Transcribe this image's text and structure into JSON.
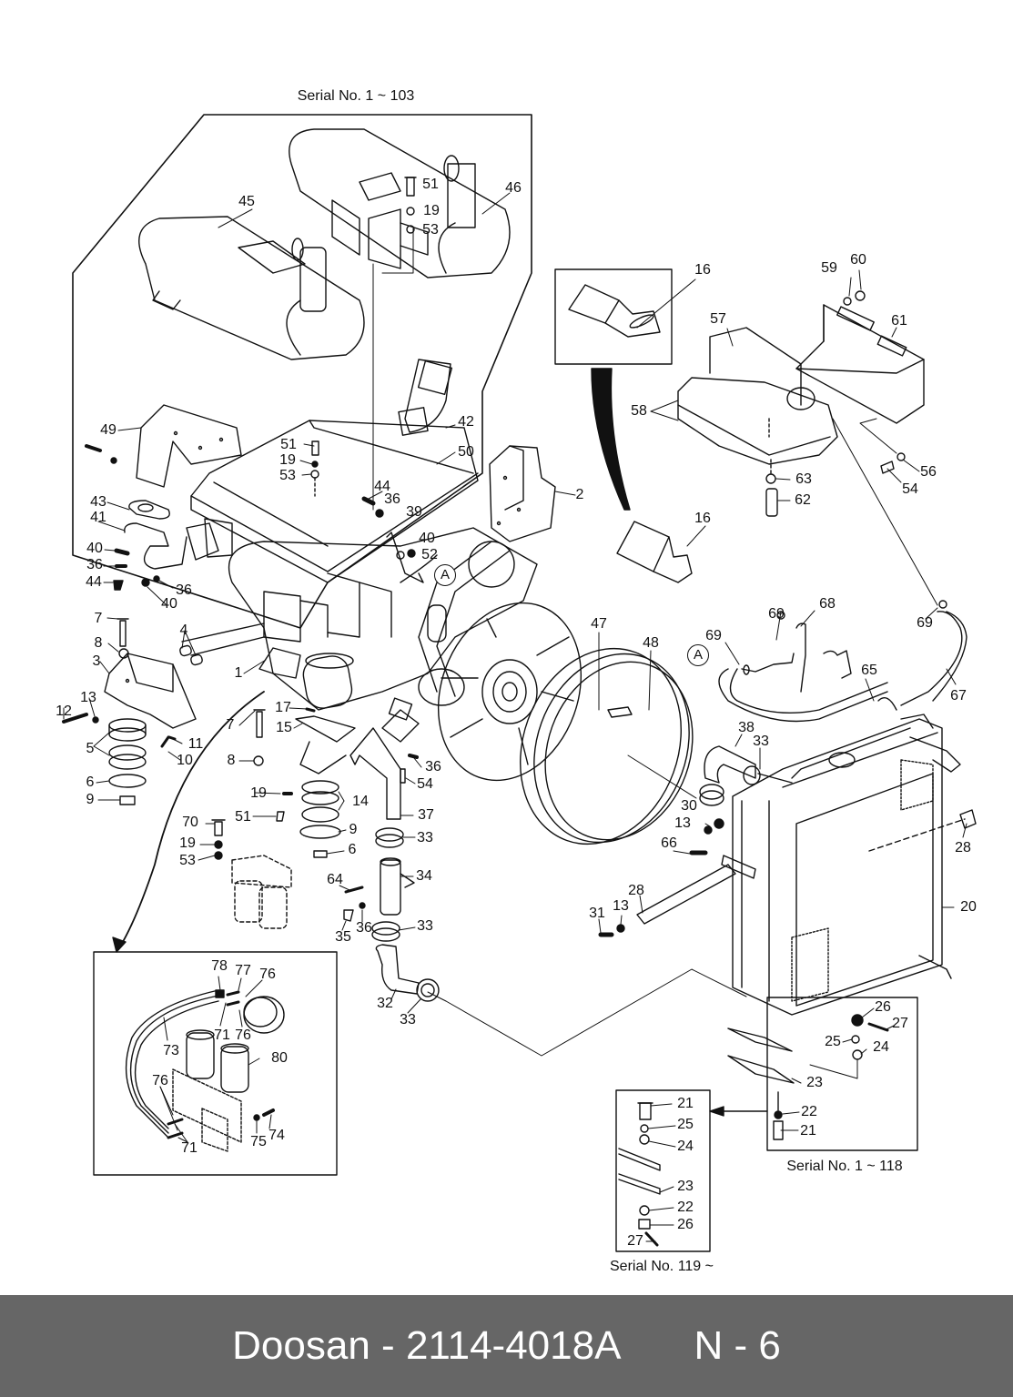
{
  "diagram": {
    "title": "Engine cooling, exhaust & mounting parts",
    "serial_labels": {
      "muffler_group": "Serial No. 1 ~ 103",
      "radiator_mount_early": "Serial No. 1 ~ 118",
      "radiator_mount_late": "Serial No. 119 ~"
    },
    "reference_marker": "A",
    "callouts": [
      {
        "id": "c45",
        "label": "45"
      },
      {
        "id": "c46",
        "label": "46"
      },
      {
        "id": "c51a",
        "label": "51"
      },
      {
        "id": "c19a",
        "label": "19"
      },
      {
        "id": "c53a",
        "label": "53"
      },
      {
        "id": "c42",
        "label": "42"
      },
      {
        "id": "c49",
        "label": "49"
      },
      {
        "id": "c51b",
        "label": "51"
      },
      {
        "id": "c19b",
        "label": "19"
      },
      {
        "id": "c53b",
        "label": "53"
      },
      {
        "id": "c50",
        "label": "50"
      },
      {
        "id": "c44a",
        "label": "44"
      },
      {
        "id": "c36a",
        "label": "36"
      },
      {
        "id": "c39",
        "label": "39"
      },
      {
        "id": "c40a",
        "label": "40"
      },
      {
        "id": "c52",
        "label": "52"
      },
      {
        "id": "c43",
        "label": "43"
      },
      {
        "id": "c41",
        "label": "41"
      },
      {
        "id": "c40b",
        "label": "40"
      },
      {
        "id": "c36b",
        "label": "36"
      },
      {
        "id": "c44b",
        "label": "44"
      },
      {
        "id": "c36c",
        "label": "36"
      },
      {
        "id": "c40c",
        "label": "40"
      },
      {
        "id": "c2",
        "label": "2"
      },
      {
        "id": "c16a",
        "label": "16"
      },
      {
        "id": "c16b",
        "label": "16"
      },
      {
        "id": "c57",
        "label": "57"
      },
      {
        "id": "c58",
        "label": "58"
      },
      {
        "id": "c59",
        "label": "59"
      },
      {
        "id": "c60",
        "label": "60"
      },
      {
        "id": "c61",
        "label": "61"
      },
      {
        "id": "c63",
        "label": "63"
      },
      {
        "id": "c62",
        "label": "62"
      },
      {
        "id": "c56",
        "label": "56"
      },
      {
        "id": "c54a",
        "label": "54"
      },
      {
        "id": "c7a",
        "label": "7"
      },
      {
        "id": "c8a",
        "label": "8"
      },
      {
        "id": "c4",
        "label": "4"
      },
      {
        "id": "c3",
        "label": "3"
      },
      {
        "id": "c1",
        "label": "1"
      },
      {
        "id": "c12",
        "label": "12"
      },
      {
        "id": "c13a",
        "label": "13"
      },
      {
        "id": "c5",
        "label": "5"
      },
      {
        "id": "c11",
        "label": "11"
      },
      {
        "id": "c10",
        "label": "10"
      },
      {
        "id": "c6a",
        "label": "6"
      },
      {
        "id": "c9a",
        "label": "9"
      },
      {
        "id": "c17",
        "label": "17"
      },
      {
        "id": "c7b",
        "label": "7"
      },
      {
        "id": "c15",
        "label": "15"
      },
      {
        "id": "c8b",
        "label": "8"
      },
      {
        "id": "c19c",
        "label": "19"
      },
      {
        "id": "c51c",
        "label": "51"
      },
      {
        "id": "c14",
        "label": "14"
      },
      {
        "id": "c9b",
        "label": "9"
      },
      {
        "id": "c6b",
        "label": "6"
      },
      {
        "id": "c70",
        "label": "70"
      },
      {
        "id": "c19d",
        "label": "19"
      },
      {
        "id": "c53c",
        "label": "53"
      },
      {
        "id": "c36d",
        "label": "36"
      },
      {
        "id": "c54b",
        "label": "54"
      },
      {
        "id": "c37",
        "label": "37"
      },
      {
        "id": "c33a",
        "label": "33"
      },
      {
        "id": "c34",
        "label": "34"
      },
      {
        "id": "c64",
        "label": "64"
      },
      {
        "id": "c35",
        "label": "35"
      },
      {
        "id": "c36e",
        "label": "36"
      },
      {
        "id": "c33b",
        "label": "33"
      },
      {
        "id": "c32",
        "label": "32"
      },
      {
        "id": "c33c",
        "label": "33"
      },
      {
        "id": "c47",
        "label": "47"
      },
      {
        "id": "c48",
        "label": "48"
      },
      {
        "id": "c69a",
        "label": "69"
      },
      {
        "id": "c69b",
        "label": "69"
      },
      {
        "id": "c68",
        "label": "68"
      },
      {
        "id": "c69c",
        "label": "69"
      },
      {
        "id": "c65",
        "label": "65"
      },
      {
        "id": "c67",
        "label": "67"
      },
      {
        "id": "c38",
        "label": "38"
      },
      {
        "id": "c33d",
        "label": "33"
      },
      {
        "id": "c30",
        "label": "30"
      },
      {
        "id": "c13b",
        "label": "13"
      },
      {
        "id": "c66",
        "label": "66"
      },
      {
        "id": "c28a",
        "label": "28"
      },
      {
        "id": "c28b",
        "label": "28"
      },
      {
        "id": "c31",
        "label": "31"
      },
      {
        "id": "c13c",
        "label": "13"
      },
      {
        "id": "c20",
        "label": "20"
      },
      {
        "id": "c26a",
        "label": "26"
      },
      {
        "id": "c27a",
        "label": "27"
      },
      {
        "id": "c25a",
        "label": "25"
      },
      {
        "id": "c24a",
        "label": "24"
      },
      {
        "id": "c23a",
        "label": "23"
      },
      {
        "id": "c22a",
        "label": "22"
      },
      {
        "id": "c21a",
        "label": "21"
      },
      {
        "id": "c21b",
        "label": "21"
      },
      {
        "id": "c25b",
        "label": "25"
      },
      {
        "id": "c24b",
        "label": "24"
      },
      {
        "id": "c23b",
        "label": "23"
      },
      {
        "id": "c22b",
        "label": "22"
      },
      {
        "id": "c26b",
        "label": "26"
      },
      {
        "id": "c27b",
        "label": "27"
      },
      {
        "id": "c78",
        "label": "78"
      },
      {
        "id": "c77",
        "label": "77"
      },
      {
        "id": "c76a",
        "label": "76"
      },
      {
        "id": "c71a",
        "label": "71"
      },
      {
        "id": "c76b",
        "label": "76"
      },
      {
        "id": "c73",
        "label": "73"
      },
      {
        "id": "c80",
        "label": "80"
      },
      {
        "id": "c76c",
        "label": "76"
      },
      {
        "id": "c71b",
        "label": "71"
      },
      {
        "id": "c75",
        "label": "75"
      },
      {
        "id": "c74",
        "label": "74"
      }
    ]
  },
  "footer": {
    "brand": "Doosan",
    "separator": "-",
    "part_number": "2114-4018A",
    "page": "N - 6"
  }
}
